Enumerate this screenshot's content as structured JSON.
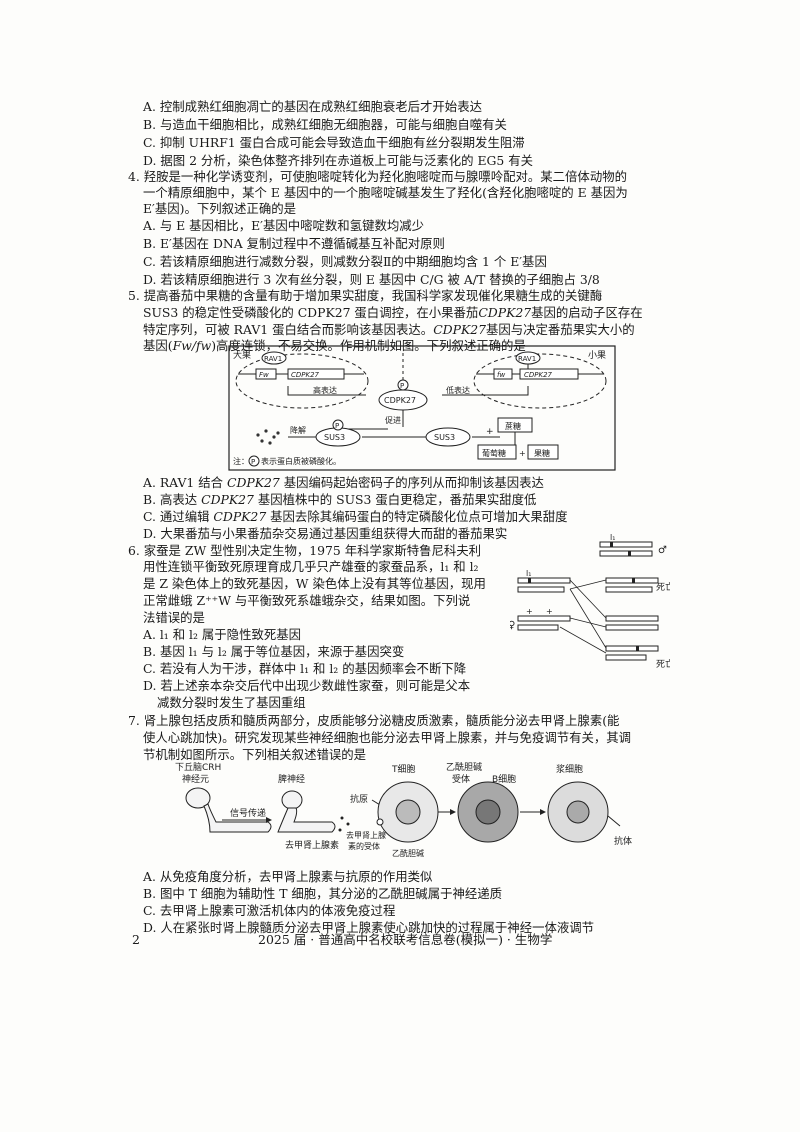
{
  "q3": {
    "A": "A. 控制成熟红细胞凋亡的基因在成熟红细胞衰老后才开始表达",
    "B": "B. 与造血干细胞相比，成熟红细胞无细胞器，可能与细胞自噬有关",
    "C": "C. 抑制 UHRF1 蛋白合成可能会导致造血干细胞有丝分裂期发生阻滞",
    "D": "D. 据图 2 分析，染色体整齐排列在赤道板上可能与泛素化的 EG5 有关"
  },
  "q4": {
    "stem1": "4. 羟胺是一种化学诱变剂，可使胞嘧啶转化为羟化胞嘧啶而与腺嘌呤配对。某二倍体动物的",
    "stem2": "一个精原细胞中，某个 E 基因中的一个胞嘧啶碱基发生了羟化(含羟化胞嘧啶的 E 基因为",
    "stem3": "E′基因)。下列叙述正确的是",
    "A": "A. 与 E 基因相比，E′基因中嘧啶数和氢键数均减少",
    "B": "B. E′基因在 DNA 复制过程中不遵循碱基互补配对原则",
    "C": "C. 若该精原细胞进行减数分裂，则减数分裂Ⅱ的中期细胞均含 1 个 E′基因",
    "D": "D. 若该精原细胞进行 3 次有丝分裂，则 E 基因中 C/G 被 A/T 替换的子细胞占 3/8"
  },
  "q5": {
    "stem1": "5. 提高番茄中果糖的含量有助于增加果实甜度，我国科学家发现催化果糖生成的关键酶",
    "stem2a": "SUS3 的稳定性受磷酸化的 CDPK27 蛋白调控，在小果番茄",
    "stem2b": "CDPK27",
    "stem2c": "基因的启动子区存在",
    "stem3a": "特定序列，可被 RAV1 蛋白结合而影响该基因表达。",
    "stem3b": "CDPK27",
    "stem3c": "基因与决定番茄果实大小的",
    "stem4a": "基因(",
    "stem4b": "Fw/fw",
    "stem4c": ")高度连锁，不易交换。作用机制如图。下列叙述正确的是",
    "A1": "A. RAV1 结合 ",
    "A2": "CDPK27",
    "A3": " 基因编码起始密码子的序列从而抑制该基因表达",
    "B1": "B. 高表达 ",
    "B2": "CDPK27",
    "B3": " 基因植株中的 SUS3 蛋白更稳定，番茄果实甜度低",
    "C1": "C. 通过编辑 ",
    "C2": "CDPK27",
    "C3": " 基因去除其编码蛋白的特定磷酸化位点可增加大果甜度",
    "D": "D. 大果番茄与小果番茄杂交易通过基因重组获得大而甜的番茄果实"
  },
  "fig5": {
    "big": "大果",
    "small": "小果",
    "rav1": "RAV1",
    "Fw": "Fw",
    "fw": "fw",
    "cdpk": "CDPK27",
    "high": "高表达",
    "low": "低表达",
    "p": "P",
    "promote": "促进",
    "degrade": "降解",
    "sus3": "SUS3",
    "sucrose": "蔗糖",
    "glucose": "葡萄糖",
    "fructose": "果糖",
    "plus": "+",
    "note1": "注：",
    "note2": "表示蛋白质被磷酸化。"
  },
  "q6": {
    "l1": "6. 家蚕是 ZW 型性别决定生物，1975 年科学家斯特鲁尼科夫利",
    "l2": "用性连锁平衡致死原理育成几乎只产雄蚕的家蚕品系，l₁ 和 l₂",
    "l3": "是 Z 染色体上的致死基因，W 染色体上没有其等位基因，现用",
    "l4": "正常雌蛾 Z⁺⁺W 与平衡致死系雄蛾杂交，结果如图。下列说",
    "l5": "法错误的是",
    "A": "A. l₁ 和 l₂ 属于隐性致死基因",
    "B": "B. 基因 l₁ 与 l₂ 属于等位基因，来源于基因突变",
    "C": "C. 若没有人为干涉，群体中 l₁ 和 l₂ 的基因频率会不断下降",
    "D1": "D. 若上述亲本杂交后代中出现少数雌性家蚕，则可能是父本",
    "D2": "减数分裂时发生了基因重组"
  },
  "fig6": {
    "male": "♂",
    "female": "♀",
    "l1": "l₁",
    "l2": "l₂",
    "plus": "+",
    "death1": "死亡",
    "death2": "死亡"
  },
  "q7": {
    "stem1": "7. 肾上腺包括皮质和髓质两部分，皮质能够分泌糖皮质激素，髓质能分泌去甲肾上腺素(能",
    "stem2": "使人心跳加快)。研究发现某些神经细胞也能分泌去甲肾上腺素，并与免疫调节有关，其调",
    "stem3": "节机制如图所示。下列相关叙述错误的是",
    "A": "A. 从免疫角度分析，去甲肾上腺素与抗原的作用类似",
    "B": "B. 图中 T 细胞为辅助性 T 细胞，其分泌的乙酰胆碱属于神经递质",
    "C": "C. 去甲肾上腺素可激活机体内的体液免疫过程",
    "D": "D. 人在紧张时肾上腺髓质分泌去甲肾上腺素使心跳加快的过程属于神经一体液调节"
  },
  "fig7": {
    "crh1": "下丘脑CRH",
    "crh2": "神经元",
    "signal": "信号传递",
    "spleen": "脾神经",
    "ne": "去甲肾上腺素",
    "antigen": "抗原",
    "tcell": "T细胞",
    "ach1": "乙酰胆碱",
    "ach2": "受体",
    "bcell": "B细胞",
    "plasma": "浆细胞",
    "rec1": "去甲肾上腺",
    "rec2": "素的受体",
    "ach3": "乙酰胆碱",
    "antibody": "抗体"
  },
  "footer": {
    "page": "2",
    "title": "2025 届 · 普通高中名校联考信息卷(模拟一) · 生物学"
  }
}
